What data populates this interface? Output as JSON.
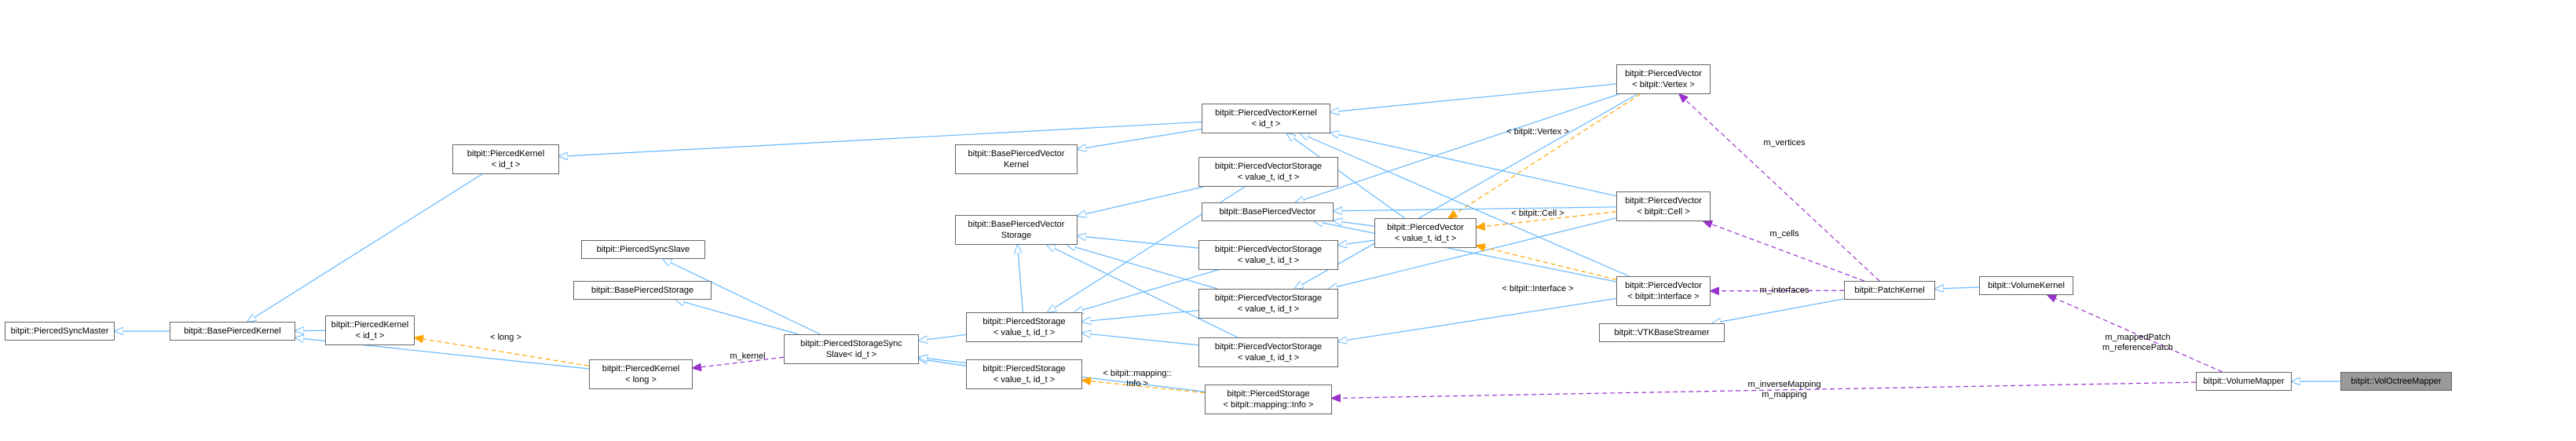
{
  "colors": {
    "inheritance": "#63b8ff",
    "template": "#ffa500",
    "usage": "#9a32cd",
    "node_border": "#666666",
    "root_fill": "#999999"
  },
  "nodes": {
    "piercedSyncMaster": [
      "bitpit::PiercedSyncMaster"
    ],
    "basePiercedKernel": [
      "bitpit::BasePiercedKernel"
    ],
    "piercedKernelId": [
      "bitpit::PiercedKernel",
      "< id_t >"
    ],
    "piercedKernelTop": [
      "bitpit::PiercedKernel",
      "< id_t >"
    ],
    "piercedKernelLong": [
      "bitpit::PiercedKernel",
      "< long >"
    ],
    "piercedSyncSlave": [
      "bitpit::PiercedSyncSlave"
    ],
    "basePiercedStorage": [
      "bitpit::BasePiercedStorage"
    ],
    "piercedStorageSyncSlave": [
      "bitpit::PiercedStorageSync",
      "Slave< id_t >"
    ],
    "basePiercedVectorKernel": [
      "bitpit::BasePiercedVector",
      "Kernel"
    ],
    "basePiercedVectorStorage": [
      "bitpit::BasePiercedVector",
      "Storage"
    ],
    "piercedStorageMain": [
      "bitpit::PiercedStorage",
      "< value_t, id_t >"
    ],
    "piercedStorageLower": [
      "bitpit::PiercedStorage",
      "< value_t, id_t >"
    ],
    "piercedVectorKernel": [
      "bitpit::PiercedVectorKernel",
      "< id_t >"
    ],
    "pvStorage1": [
      "bitpit::PiercedVectorStorage",
      "< value_t, id_t >"
    ],
    "basePiercedVector": [
      "bitpit::BasePiercedVector"
    ],
    "pvStorage2": [
      "bitpit::PiercedVectorStorage",
      "< value_t, id_t >"
    ],
    "pvStorage3": [
      "bitpit::PiercedVectorStorage",
      "< value_t, id_t >"
    ],
    "pvStorage4": [
      "bitpit::PiercedVectorStorage",
      "< value_t, id_t >"
    ],
    "piercedStorageInfo": [
      "bitpit::PiercedStorage",
      "< bitpit::mapping::Info >"
    ],
    "piercedVectorGeneric": [
      "bitpit::PiercedVector",
      "< value_t, id_t >"
    ],
    "piercedVectorVertex": [
      "bitpit::PiercedVector",
      "< bitpit::Vertex >"
    ],
    "piercedVectorCell": [
      "bitpit::PiercedVector",
      "< bitpit::Cell >"
    ],
    "piercedVectorInterface": [
      "bitpit::PiercedVector",
      "< bitpit::Interface >"
    ],
    "vtkBaseStreamer": [
      "bitpit::VTKBaseStreamer"
    ],
    "patchKernel": [
      "bitpit::PatchKernel"
    ],
    "volumeKernel": [
      "bitpit::VolumeKernel"
    ],
    "volumeMapper": [
      "bitpit::VolumeMapper"
    ],
    "volOctreeMapper": [
      "bitpit::VolOctreeMapper"
    ]
  },
  "edge_labels": {
    "long": [
      "< long >"
    ],
    "m_kernel": [
      "m_kernel"
    ],
    "info": [
      "< bitpit::mapping::",
      "Info >"
    ],
    "vertex": [
      "< bitpit::Vertex >"
    ],
    "cell": [
      "< bitpit::Cell >"
    ],
    "interface": [
      "< bitpit::Interface >"
    ],
    "m_vertices": [
      "m_vertices"
    ],
    "m_cells": [
      "m_cells"
    ],
    "m_interfaces": [
      "m_interfaces"
    ],
    "mapped": [
      "m_mappedPatch",
      "m_referencePatch"
    ],
    "inverse": [
      "m_inverseMapping",
      "m_mapping"
    ]
  },
  "edges": [
    {
      "from": "basePiercedKernel",
      "to": "piercedSyncMaster",
      "kind": "inheritance"
    },
    {
      "from": "piercedKernelId",
      "to": "basePiercedKernel",
      "kind": "inheritance"
    },
    {
      "from": "piercedKernelTop",
      "to": "basePiercedKernel",
      "kind": "inheritance"
    },
    {
      "from": "piercedKernelLong",
      "to": "basePiercedKernel",
      "kind": "inheritance"
    },
    {
      "from": "piercedKernelLong",
      "to": "piercedKernelId",
      "kind": "template",
      "label": "long"
    },
    {
      "from": "piercedStorageSyncSlave",
      "to": "piercedKernelLong",
      "kind": "usage",
      "label": "m_kernel"
    },
    {
      "from": "piercedStorageSyncSlave",
      "to": "piercedSyncSlave",
      "kind": "inheritance"
    },
    {
      "from": "piercedStorageSyncSlave",
      "to": "basePiercedStorage",
      "kind": "inheritance"
    },
    {
      "from": "piercedStorageMain",
      "to": "piercedStorageSyncSlave",
      "kind": "inheritance"
    },
    {
      "from": "piercedStorageLower",
      "to": "piercedStorageSyncSlave",
      "kind": "inheritance"
    },
    {
      "from": "piercedStorageInfo",
      "to": "piercedStorageSyncSlave",
      "kind": "inheritance"
    },
    {
      "from": "piercedStorageMain",
      "to": "basePiercedVectorStorage",
      "kind": "inheritance"
    },
    {
      "from": "piercedStorageInfo",
      "to": "piercedStorageLower",
      "kind": "template",
      "label": "info"
    },
    {
      "from": "piercedVectorKernel",
      "to": "piercedKernelTop",
      "kind": "inheritance"
    },
    {
      "from": "piercedVectorKernel",
      "to": "basePiercedVectorKernel",
      "kind": "inheritance"
    },
    {
      "from": "pvStorage1",
      "to": "basePiercedVectorStorage",
      "kind": "inheritance"
    },
    {
      "from": "pvStorage1",
      "to": "piercedStorageMain",
      "kind": "inheritance"
    },
    {
      "from": "pvStorage2",
      "to": "basePiercedVectorStorage",
      "kind": "inheritance"
    },
    {
      "from": "pvStorage2",
      "to": "piercedStorageMain",
      "kind": "inheritance"
    },
    {
      "from": "pvStorage3",
      "to": "basePiercedVectorStorage",
      "kind": "inheritance"
    },
    {
      "from": "pvStorage3",
      "to": "piercedStorageMain",
      "kind": "inheritance"
    },
    {
      "from": "pvStorage4",
      "to": "basePiercedVectorStorage",
      "kind": "inheritance"
    },
    {
      "from": "pvStorage4",
      "to": "piercedStorageMain",
      "kind": "inheritance"
    },
    {
      "from": "piercedVectorGeneric",
      "to": "basePiercedVector",
      "kind": "inheritance"
    },
    {
      "from": "piercedVectorGeneric",
      "to": "piercedVectorKernel",
      "kind": "inheritance"
    },
    {
      "from": "piercedVectorGeneric",
      "to": "pvStorage2",
      "kind": "inheritance"
    },
    {
      "from": "piercedVectorVertex",
      "to": "piercedVectorKernel",
      "kind": "inheritance"
    },
    {
      "from": "piercedVectorVertex",
      "to": "basePiercedVector",
      "kind": "inheritance"
    },
    {
      "from": "piercedVectorVertex",
      "to": "pvStorage3",
      "kind": "inheritance"
    },
    {
      "from": "piercedVectorVertex",
      "to": "piercedVectorGeneric",
      "kind": "template",
      "label": "vertex"
    },
    {
      "from": "piercedVectorCell",
      "to": "piercedVectorKernel",
      "kind": "inheritance"
    },
    {
      "from": "piercedVectorCell",
      "to": "basePiercedVector",
      "kind": "inheritance"
    },
    {
      "from": "piercedVectorCell",
      "to": "pvStorage3",
      "kind": "inheritance"
    },
    {
      "from": "piercedVectorCell",
      "to": "piercedVectorGeneric",
      "kind": "template",
      "label": "cell"
    },
    {
      "from": "piercedVectorInterface",
      "to": "piercedVectorKernel",
      "kind": "inheritance"
    },
    {
      "from": "piercedVectorInterface",
      "to": "basePiercedVector",
      "kind": "inheritance"
    },
    {
      "from": "piercedVectorInterface",
      "to": "pvStorage4",
      "kind": "inheritance"
    },
    {
      "from": "piercedVectorInterface",
      "to": "piercedVectorGeneric",
      "kind": "template",
      "label": "interface"
    },
    {
      "from": "patchKernel",
      "to": "piercedVectorVertex",
      "kind": "usage",
      "label": "m_vertices"
    },
    {
      "from": "patchKernel",
      "to": "piercedVectorCell",
      "kind": "usage",
      "label": "m_cells"
    },
    {
      "from": "patchKernel",
      "to": "piercedVectorInterface",
      "kind": "usage",
      "label": "m_interfaces"
    },
    {
      "from": "patchKernel",
      "to": "vtkBaseStreamer",
      "kind": "inheritance"
    },
    {
      "from": "volumeKernel",
      "to": "patchKernel",
      "kind": "inheritance"
    },
    {
      "from": "volumeMapper",
      "to": "volumeKernel",
      "kind": "usage",
      "label": "mapped"
    },
    {
      "from": "volumeMapper",
      "to": "piercedStorageInfo",
      "kind": "usage",
      "label": "inverse"
    },
    {
      "from": "volOctreeMapper",
      "to": "volumeMapper",
      "kind": "inheritance"
    }
  ]
}
